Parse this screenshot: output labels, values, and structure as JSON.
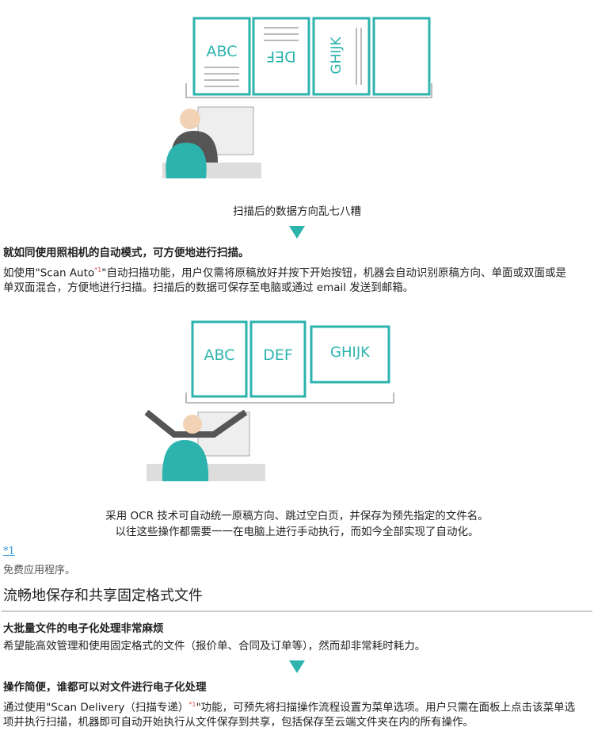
{
  "illustration1": {
    "pages": [
      "ABC",
      "DEF",
      "GHIJK"
    ],
    "caption": "扫描后的数据方向乱七八糟"
  },
  "section1": {
    "heading": "就如同使用照相机的自动模式，可方便地进行扫描。",
    "p1_a": "如使用\"Scan Auto",
    "p1_note": "*1",
    "p1_b": "\"自动扫描功能，用户仅需将原稿放好并按下开始按钮，机器会自动识别原稿方向、单面或双面或是",
    "p2": "单双面混合，方便地进行扫描。扫描后的数据可保存至电脑或通过 email 发送到邮箱。"
  },
  "illustration2": {
    "pages": [
      "ABC",
      "DEF",
      "GHIJK"
    ],
    "caption1": "采用 OCR 技术可自动统一原稿方向、跳过空白页，并保存为预先指定的文件名。",
    "caption2": "以往这些操作都需要一一在电脑上进行手动执行，而如今全部实现了自动化。"
  },
  "footnote": {
    "link": "*1",
    "text": "免费应用程序。"
  },
  "section2": {
    "title": "流畅地保存和共享固定格式文件",
    "problem_heading": "大批量文件的电子化处理非常麻烦",
    "problem_text": "希望能高效管理和使用固定格式的文件（报价单、合同及订单等），然而却非常耗时耗力。",
    "solution_heading": "操作简便，谁都可以对文件进行电子化处理",
    "s1_a": "通过使用\"Scan Delivery（扫描专递）",
    "s1_note": "*1",
    "s1_b": "\"功能，可预先将扫描操作流程设置为菜单选项。用户只需在面板上点击该菜单选",
    "s2": "项并执行扫描，机器即可自动开始执行从文件保存到共享，包括保存至云端文件夹在内的所有操作。"
  },
  "colors": {
    "teal": "#2db3ad"
  }
}
